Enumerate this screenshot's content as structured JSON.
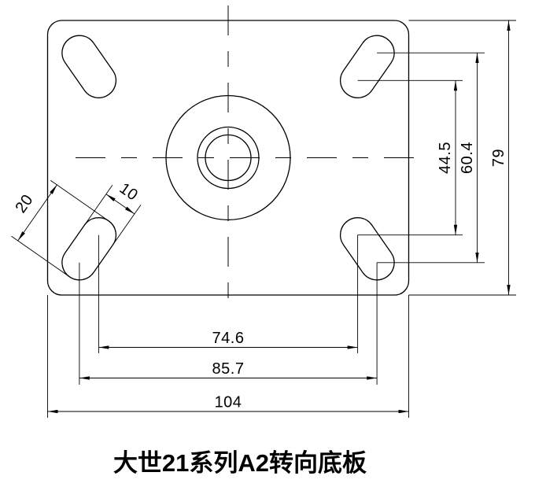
{
  "title": "大世21系列A2转向底板",
  "dimensions": {
    "bolt_x_inner": "74.6",
    "bolt_x_outer": "85.7",
    "plate_width": "104",
    "bolt_y_inner": "44.5",
    "bolt_y_outer": "60.4",
    "plate_height": "79",
    "slot_length": "20",
    "slot_width": "10"
  },
  "colors": {
    "line": "#000000",
    "background": "#ffffff"
  }
}
